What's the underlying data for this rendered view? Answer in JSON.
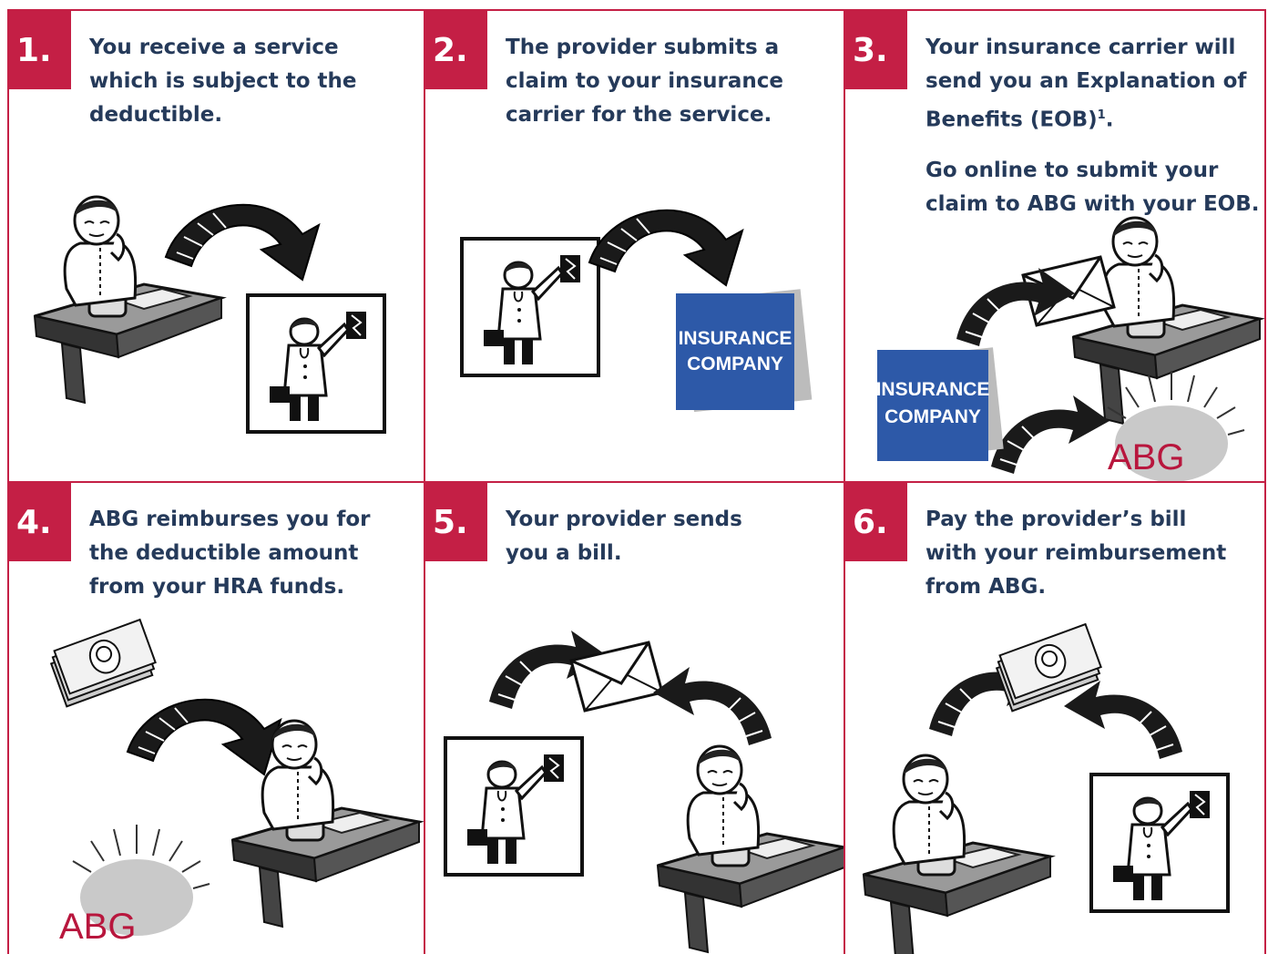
{
  "steps": [
    {
      "number": "1.",
      "lines": [
        "You receive a service",
        "which is subject to the",
        "deductible."
      ]
    },
    {
      "number": "2.",
      "lines": [
        "The provider submits a",
        "claim to your insurance",
        "carrier for the service."
      ]
    },
    {
      "number": "3.",
      "lines": [
        "Your insurance carrier will",
        "send you an Explanation of",
        "Benefits (EOB)"
      ],
      "footnote_mark": "1",
      "line3_suffix": ".",
      "extra_lines": [
        "Go online to submit your",
        "claim to ABG with your EOB."
      ]
    },
    {
      "number": "4.",
      "lines": [
        "ABG reimburses you for",
        "the deductible amount",
        "from your HRA funds."
      ]
    },
    {
      "number": "5.",
      "lines": [
        "Your provider sends",
        "you a bill."
      ]
    },
    {
      "number": "6.",
      "lines": [
        "Pay the provider’s bill",
        "with your reimbursement",
        "from ABG."
      ]
    }
  ],
  "labels": {
    "insurance_line1": "INSURANCE",
    "insurance_line2": "COMPANY",
    "abg": "ABG"
  },
  "colors": {
    "accent": "#c41f45",
    "text": "#253a5a",
    "insurance_box": "#2d59a8"
  }
}
